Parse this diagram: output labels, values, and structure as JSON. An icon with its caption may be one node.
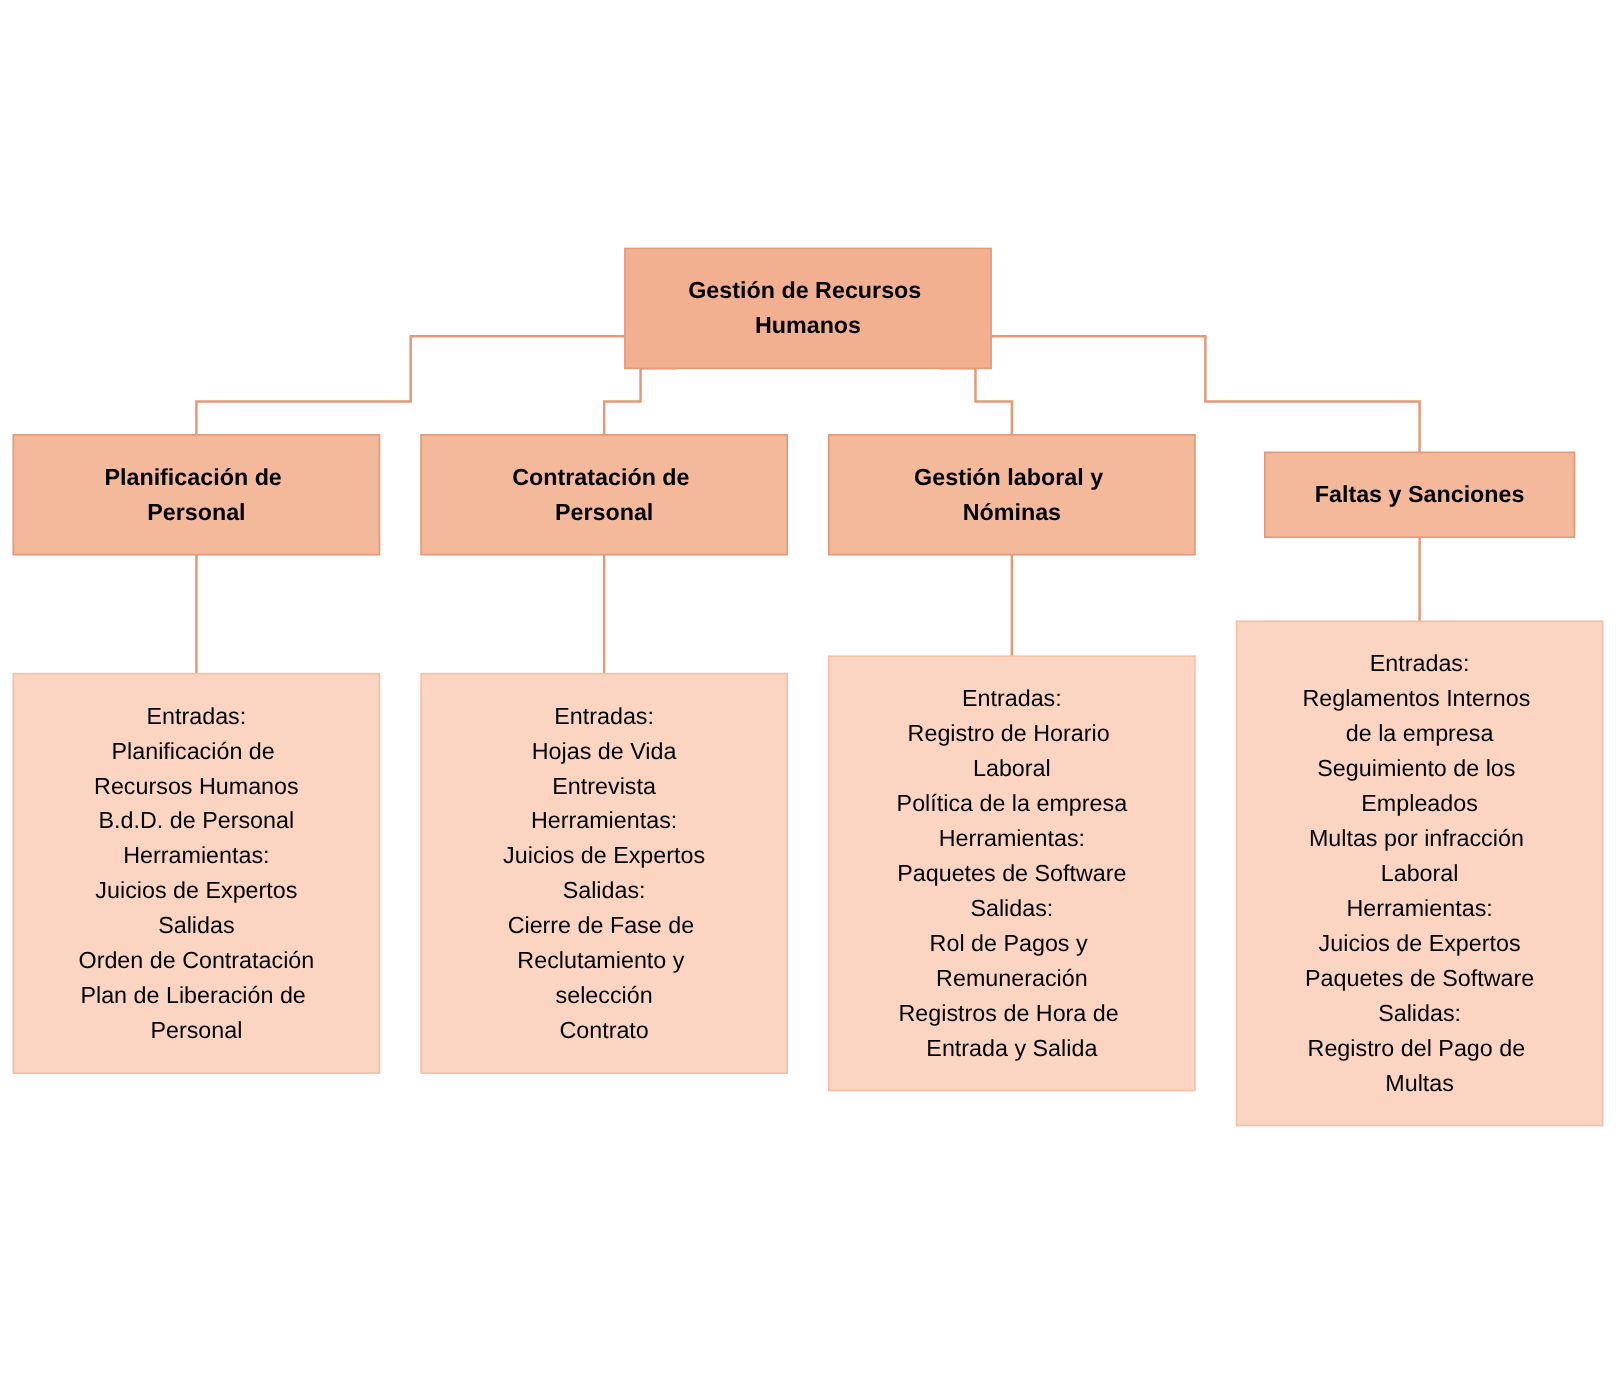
{
  "diagram": {
    "nodes": [
      {
        "text": [
          "Gestión de Recursos Humanos"
        ]
      },
      {
        "text": [
          "Planificación de Personal"
        ]
      },
      {
        "text": [
          "Contratación de Personal"
        ]
      },
      {
        "text": [
          "Gestión laboral y Nóminas"
        ]
      },
      {
        "text": [
          "Faltas y Sanciones"
        ]
      },
      {
        "text": [
          "Entradas:",
          "Planificación de Recursos Humanos",
          "B.d.D. de Personal",
          "Herramientas:",
          "Juicios de Expertos",
          "Salidas",
          "Orden de Contratación",
          "Plan de Liberación de Personal"
        ]
      },
      {
        "text": [
          "Entradas:",
          "Hojas de Vida",
          "Entrevista",
          "Herramientas:",
          "Juicios de Expertos",
          "Salidas:",
          "Cierre de Fase de Reclutamiento y selección",
          "Contrato"
        ]
      },
      {
        "text": [
          "Entradas:",
          "Registro de Horario Laboral",
          "Política de la empresa",
          "Herramientas:",
          "Paquetes de Software",
          "Salidas:",
          "Rol de Pagos y Remuneración",
          "Registros de Hora de Entrada y Salida"
        ]
      },
      {
        "text": [
          "Entradas:",
          "Reglamentos Internos de la empresa",
          "Seguimiento de los Empleados",
          "Multas por infracción Laboral",
          "Herramientas:",
          "Juicios de Expertos",
          "Paquetes de Software",
          "Salidas:",
          "Registro del Pago de Multas"
        ]
      }
    ],
    "edges": [
      {
        "from": 0,
        "to": 1,
        "arrow": "none"
      },
      {
        "from": 0,
        "to": 2,
        "arrow": "none"
      },
      {
        "from": 0,
        "to": 3,
        "arrow": "none"
      },
      {
        "from": 0,
        "to": 4,
        "arrow": "none"
      },
      {
        "from": 1,
        "to": 5,
        "arrow": "none"
      },
      {
        "from": 2,
        "to": 6,
        "arrow": "none"
      },
      {
        "from": 3,
        "to": 7,
        "arrow": "none"
      },
      {
        "from": 4,
        "to": 8,
        "arrow": "none"
      }
    ]
  }
}
